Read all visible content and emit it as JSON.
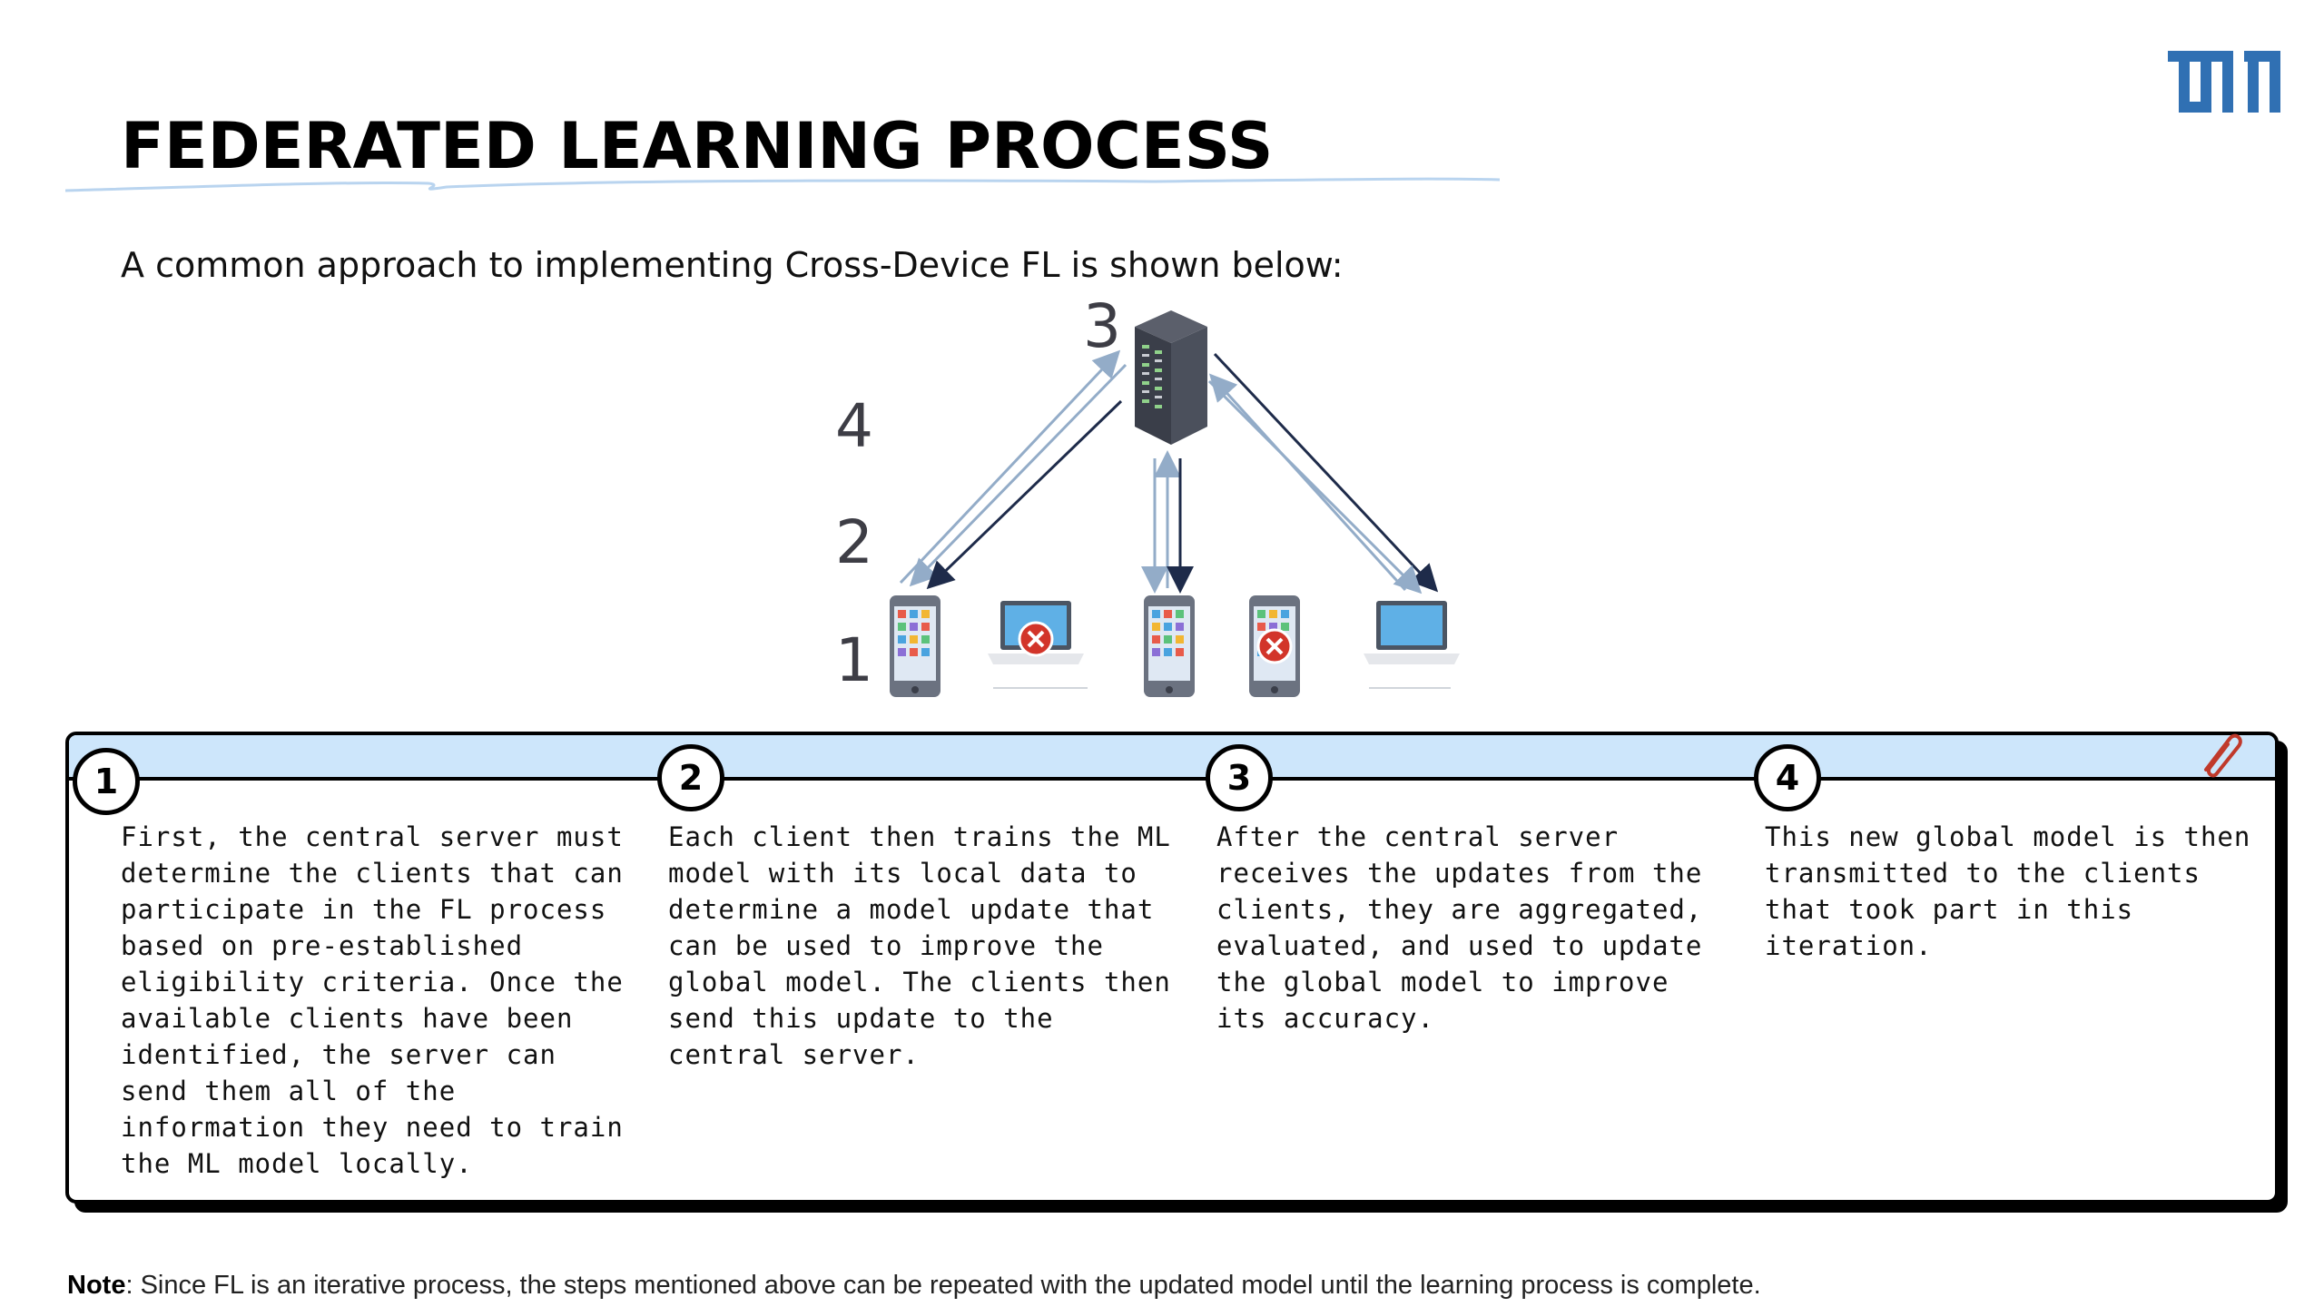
{
  "slide": {
    "title": "FEDERATED LEARNING PROCESS",
    "subtitle": "A common approach to implementing Cross-Device FL is shown below:",
    "logo_text": "TUM"
  },
  "diagram": {
    "step_labels": [
      "3",
      "4",
      "2",
      "1"
    ],
    "devices": [
      {
        "type": "smartphone",
        "status": "active"
      },
      {
        "type": "laptop",
        "status": "rejected"
      },
      {
        "type": "smartphone",
        "status": "active"
      },
      {
        "type": "smartphone",
        "status": "rejected"
      },
      {
        "type": "laptop",
        "status": "active"
      }
    ],
    "icons": [
      "server-icon",
      "smartphone-icon",
      "laptop-icon",
      "rejected-x-icon"
    ]
  },
  "steps": [
    {
      "number": "1",
      "text": "First, the central server must determine the clients that can participate in the FL process based on pre-established eligibility criteria. Once the available clients have been identified, the server can send them all of the information they need to train the ML model locally."
    },
    {
      "number": "2",
      "text": "Each client then trains the ML model with its local data to determine a model update that can be used to improve the global model. The clients then send this update to the central server."
    },
    {
      "number": "3",
      "text": "After the central server receives the updates from the clients, they are aggregated, evaluated, and used to update the global model to improve its accuracy."
    },
    {
      "number": "4",
      "text": "This new global model is then transmitted to the clients that took part in this iteration."
    }
  ],
  "note": {
    "label": "Note",
    "text": ": Since FL is an iterative process, the steps mentioned above can be repeated with the updated model until the learning process is complete."
  },
  "colors": {
    "accent_blue": "#3070b3",
    "panel_band": "#cde6fb",
    "arrow_light": "#93acc8",
    "arrow_dark": "#1e2b4a",
    "reject_red": "#d2352a"
  }
}
